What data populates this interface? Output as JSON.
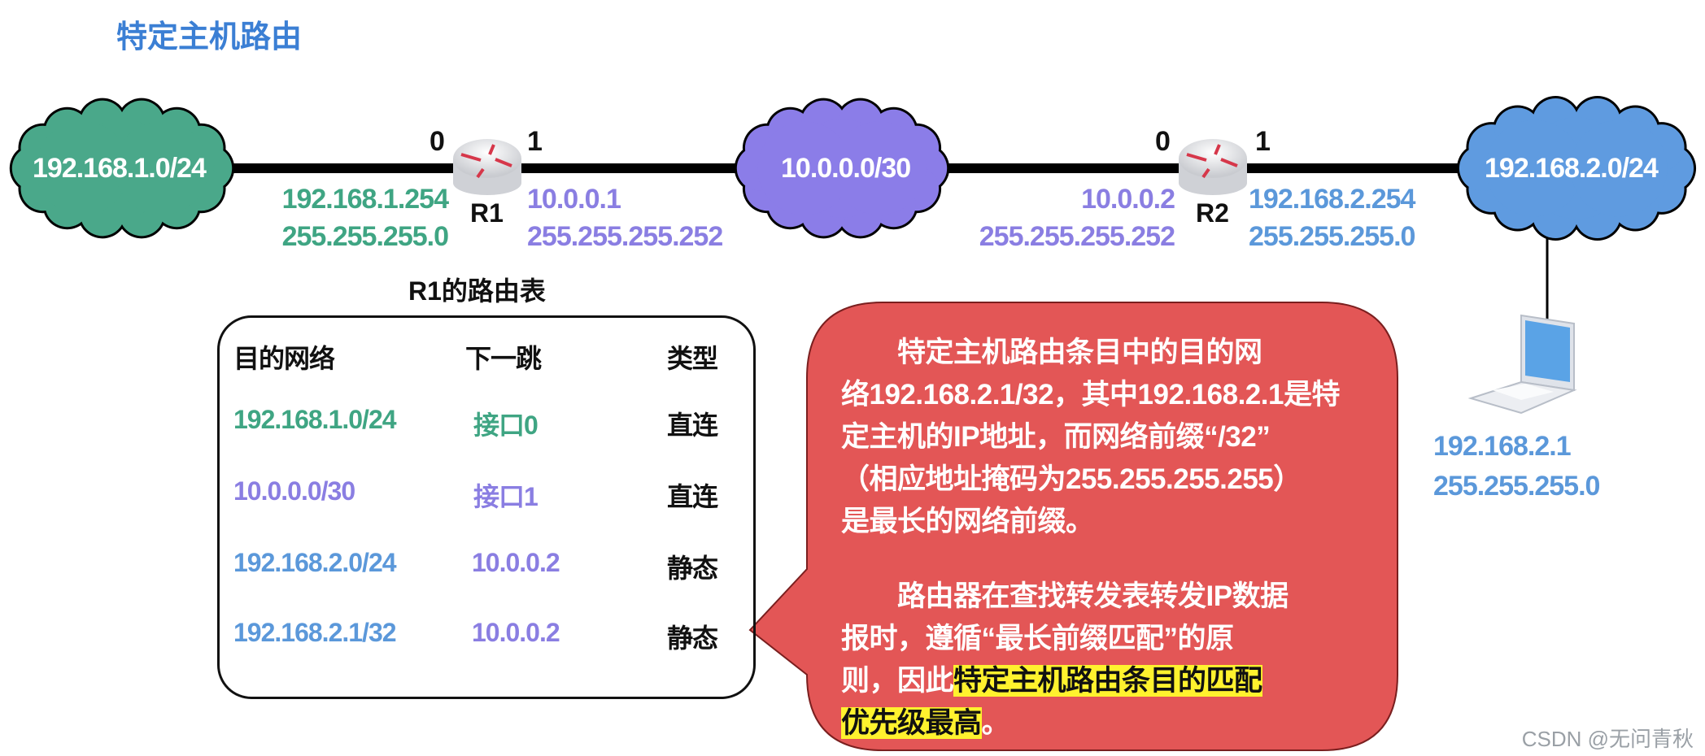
{
  "title": "特定主机路由",
  "networks": {
    "net1": "192.168.1.0/24",
    "net2": "10.0.0.0/30",
    "net3": "192.168.2.0/24"
  },
  "routers": {
    "r1": {
      "name": "R1",
      "port0": "0",
      "port1": "1",
      "if0_ip": "192.168.1.254",
      "if0_mask": "255.255.255.0",
      "if1_ip": "10.0.0.1",
      "if1_mask": "255.255.255.252"
    },
    "r2": {
      "name": "R2",
      "port0": "0",
      "port1": "1",
      "if0_ip": "10.0.0.2",
      "if0_mask": "255.255.255.252",
      "if1_ip": "192.168.2.254",
      "if1_mask": "255.255.255.0"
    }
  },
  "host": {
    "ip": "192.168.2.1",
    "mask": "255.255.255.0"
  },
  "routing_table": {
    "title": "R1的路由表",
    "headers": [
      "目的网络",
      "下一跳",
      "类型"
    ],
    "rows": [
      {
        "dest": "192.168.1.0/24",
        "next_hop": "接口0",
        "type": "直连"
      },
      {
        "dest": "10.0.0.0/30",
        "next_hop": "接口1",
        "type": "直连"
      },
      {
        "dest": "192.168.2.0/24",
        "next_hop": "10.0.0.2",
        "type": "静态"
      },
      {
        "dest": "192.168.2.1/32",
        "next_hop": "10.0.0.2",
        "type": "静态"
      }
    ]
  },
  "callout": {
    "p1": [
      "　　特定主机路由条目中的目的网",
      "络192.168.2.1/32，其中192.168.2.1是特",
      "定主机的IP地址，而网络前缀“/32”",
      "（相应地址掩码为255.255.255.255）",
      "是最长的网络前缀。"
    ],
    "p2": [
      "　　路由器在查找转发表转发IP数据",
      "报时，遵循“最长前缀匹配”的原"
    ],
    "p2_line3_plain": "则，因此",
    "p2_line3_highlight": "特定主机路由条目的匹配",
    "p2_line4_highlight": "优先级最高",
    "p2_line4_plain": "。"
  },
  "watermark": "CSDN @无问青秋",
  "colors": {
    "title": "#3b7fd4",
    "green": "#3fa583",
    "purple": "#8a7ee2",
    "blue": "#5b98da",
    "callout": "#e35656",
    "highlight": "#fff22e"
  }
}
